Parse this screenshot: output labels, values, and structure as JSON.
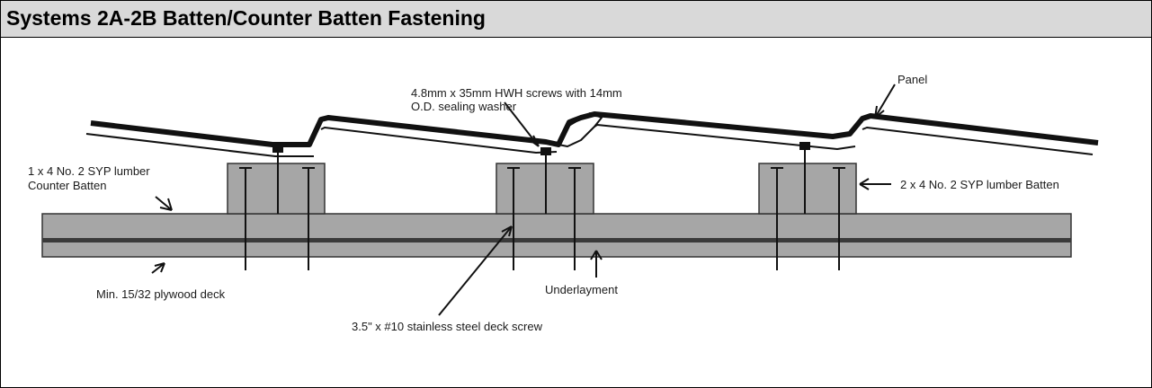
{
  "header": {
    "title": "Systems 2A-2B Batten/Counter Batten Fastening"
  },
  "diagram": {
    "labels": {
      "hwh_screws_line1": "4.8mm x 35mm HWH screws with 14mm",
      "hwh_screws_line2": "O.D. sealing washer",
      "panel": "Panel",
      "counter_batten_line1": "1 x 4 No. 2 SYP lumber",
      "counter_batten_line2": "Counter Batten",
      "batten": "2 x 4 No. 2 SYP lumber Batten",
      "plywood_deck": "Min. 15/32 plywood deck",
      "underlayment": "Underlayment",
      "deck_screw": "3.5\" x #10 stainless steel deck screw"
    }
  }
}
